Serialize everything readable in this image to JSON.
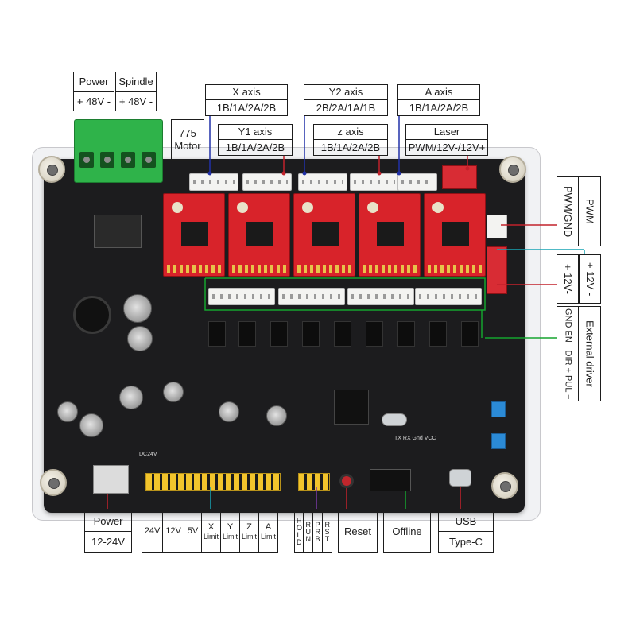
{
  "labels": {
    "power_top": {
      "title": "Power",
      "value": "+ 48V -"
    },
    "spindle": {
      "title": "Spindle",
      "value": "+ 48V -"
    },
    "motor_775": {
      "line1": "775",
      "line2": "Motor"
    },
    "x_axis": {
      "title": "X axis",
      "value": "1B/1A/2A/2B"
    },
    "y1_axis": {
      "title": "Y1 axis",
      "value": "1B/1A/2A/2B"
    },
    "y2_axis": {
      "title": "Y2 axis",
      "value": "2B/2A/1A/1B"
    },
    "z_axis": {
      "title": "z axis",
      "value": "1B/1A/2A/2B"
    },
    "a_axis": {
      "title": "A axis",
      "value": "1B/1A/2A/2B"
    },
    "laser": {
      "title": "Laser",
      "value": "PWM/12V-/12V+"
    },
    "pwm": {
      "title": "PWM",
      "value": "PWM/GND"
    },
    "v12": {
      "plus": "+ 12V -",
      "minus": "+ 12V-"
    },
    "external_driver": {
      "title": "External driver",
      "value": "GND EN - DIR + PUL +"
    },
    "power_bottom": {
      "title": "Power",
      "value": "12-24V"
    },
    "limits": {
      "voltages": [
        "24V",
        "12V",
        "5V"
      ],
      "axes": [
        {
          "axis": "X",
          "sub": "Limit"
        },
        {
          "axis": "Y",
          "sub": "Limit"
        },
        {
          "axis": "Z",
          "sub": "Limit"
        },
        {
          "axis": "A",
          "sub": "Limit"
        }
      ]
    },
    "control_pins": [
      "HOLD",
      "RUN",
      "PRB",
      "RST"
    ],
    "reset": "Reset",
    "offline": "Offline",
    "usb": {
      "title": "USB",
      "value": "Type-C"
    }
  },
  "board_text": {
    "dc": "DC24V",
    "tx": "TX RX Gnd VCC"
  },
  "colors": {
    "red_label": "#c2222b",
    "blue_label": "#2030a8",
    "green_label": "#15a42e",
    "purple_label": "#7a3aa6",
    "teal_label": "#17a3b3"
  }
}
